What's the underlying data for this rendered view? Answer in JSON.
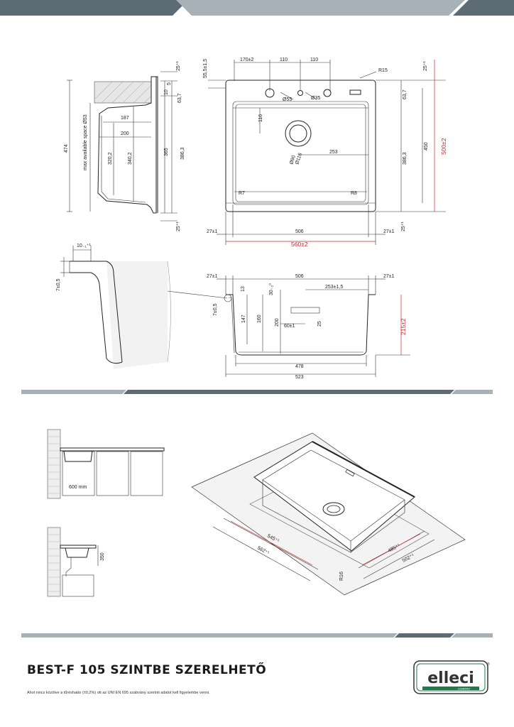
{
  "title": "BEST-F 105 SZINTBE SZERELHETŐ",
  "note": "Ahol nincs közölve a tűréshatár (±0,2%) ott az UNI EN 695 szabvány szerinti adatot kell figyelembe venni.",
  "brand": {
    "name": "elleci",
    "tagline": "COMPANY",
    "registered": "®"
  },
  "colors": {
    "band_dark": "#5d6b74",
    "band_light": "#a6b1b8",
    "dimension_red": "#c8262c",
    "logo_green": "#1f7a4a"
  },
  "section_view": {
    "total_height": "474",
    "available_space": "max available space Ø53",
    "d187": "187",
    "d200": "200",
    "d320": "320,2",
    "d340": "340,2",
    "d365": "365",
    "d386": "386,3",
    "d25top": "25⁺¹",
    "d5": "5",
    "d10": "10",
    "d63": "63,7",
    "d25bot": "25⁺¹"
  },
  "top_view": {
    "d170": "170±2",
    "d110a": "110",
    "d110b": "110",
    "d55h": "55,5±1,5",
    "r15": "R15",
    "o55": "Ø55",
    "o35": "Ø35",
    "d25r": "25⁺¹",
    "d63r": "63,7",
    "d116": "116",
    "o90": "Ø90",
    "o116": "Ø116",
    "d253": "253",
    "d386r": "386,3",
    "d450": "450",
    "d500": "500±2",
    "r7": "R7",
    "r8": "R8",
    "d27l": "27±1",
    "d506": "506",
    "d27r": "27±1",
    "d25b": "25⁺¹",
    "d560": "560±2"
  },
  "detail_view": {
    "d10": "10₋₁⁺¹",
    "d7": "7±0,5"
  },
  "front_view": {
    "d27l": "27±1",
    "d506": "506",
    "d27r": "27±1",
    "d13": "13",
    "d30": "30₋₂⁰",
    "d253": "253±1,5",
    "d7": "7±0,5",
    "d147": "147",
    "d160": "160",
    "d200": "200",
    "d60": "60±1",
    "d25": "25",
    "d215": "215±2",
    "d478": "478",
    "d523": "523"
  },
  "install": {
    "cabinet": "600 mm",
    "depth": "350",
    "d545": "545⁺¹",
    "d562": "562⁺¹",
    "d485": "485⁺¹",
    "d502": "502⁺¹",
    "r16": "R16"
  }
}
